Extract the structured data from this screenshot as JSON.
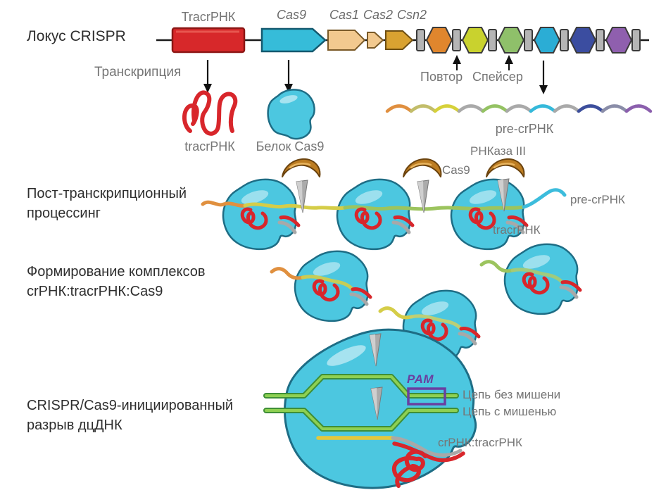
{
  "figure": {
    "locus": {
      "title": "Локус CRISPR",
      "gene_tracr": "TracrРНК",
      "gene_cas9": "Cas9",
      "gene_cas1": "Cas1",
      "gene_cas2": "Cas2",
      "gene_csn2": "Csn2",
      "repeat_label": "Повтор",
      "spacer_label": "Спейсер",
      "transcription_label": "Транскрипция"
    },
    "products": {
      "tracr_rna": "tracrРНК",
      "cas9_protein": "Белок Cas9",
      "pre_crrna": "pre-crРНК"
    },
    "processing": {
      "title_line1": "Пост-транскрипционный",
      "title_line2": "процессинг",
      "rnase": "РНКаза III",
      "cas9": "Cas9",
      "pre_crrna": "pre-crРНК",
      "tracr_rna": "tracrРНК"
    },
    "complex": {
      "title_line1": "Формирование комплексов",
      "title_line2": "crРНК:tracrРНК:Cas9"
    },
    "cleavage": {
      "title_line1": "CRISPR/Cas9-инициированный",
      "title_line2": "разрыв дцДНК",
      "pam": "PAM",
      "nontarget_strand": "Цепь без мишени",
      "target_strand": "Цепь с мишенью",
      "duplex": "crРНК:tracrРНК"
    },
    "colors": {
      "gene_tracr": "#d7282a",
      "gene_cas9": "#36bcd9",
      "gene_cas1": "#f2c98f",
      "gene_cas2": "#f2c98f",
      "gene_csn2": "#d9a231",
      "repeat_block": "#b5b5b5",
      "spacers": [
        "#e0862d",
        "#c9d22e",
        "#8fc06a",
        "#2badd5",
        "#3b4da0",
        "#8f5fae"
      ],
      "cas9_blob": "#4cc7e0",
      "rnase_crescent": "#bd7d22",
      "tracr_rna_red": "#d8262b",
      "dna_green": "#3f8f37",
      "crrna_yellow": "#e3c83c",
      "pam_purple": "#6a3fa0"
    }
  }
}
